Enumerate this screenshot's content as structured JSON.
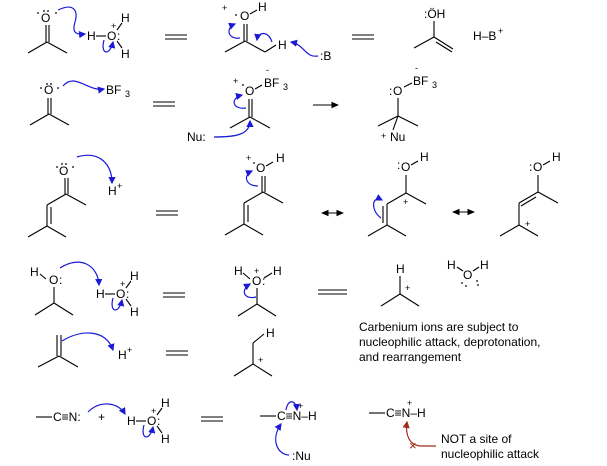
{
  "diagram": {
    "rows": [
      {
        "id": "row1",
        "description": "Acid-catalyzed enolization of acetone",
        "species": [
          "acetone",
          "H3O+",
          "protonated acetone",
          ":B",
          "enol (:OH)",
          "H-B+"
        ],
        "labels": {
          "h": "H",
          "o": "O",
          "b": ":B",
          "hb": "H–B",
          "hb_plus": "+",
          "oh": ":ÖH",
          "plus": "+"
        },
        "arrows": [
          "equilibrium",
          "equilibrium"
        ]
      },
      {
        "id": "row2",
        "description": "Lewis acid (BF3) activation and nucleophilic addition",
        "labels": {
          "bf3": "BF",
          "sub3": "3",
          "nu": "Nu:",
          "nu_plus": "Nu",
          "minus": "-",
          "plus": "+",
          "o": "O"
        },
        "arrows": [
          "equilibrium",
          "forward"
        ]
      },
      {
        "id": "row3",
        "description": "Protonation of enone and resonance structures",
        "labels": {
          "hplus": "H",
          "sup_plus": "+",
          "oh": "O",
          "h": "H",
          "plus": "+"
        },
        "arrows": [
          "equilibrium",
          "resonance",
          "resonance"
        ]
      },
      {
        "id": "row4",
        "description": "Protonation of alcohol and loss of water forming carbenium ion",
        "labels": {
          "h": "H",
          "o": "O",
          "plus": "+"
        },
        "arrows": [
          "equilibrium",
          "equilibrium"
        ]
      },
      {
        "id": "row5",
        "description": "Protonation of alkene forming carbenium ion",
        "labels": {
          "hplus": "H",
          "sup_plus": "+",
          "h": "H",
          "plus": "+"
        },
        "arrows": [
          "equilibrium"
        ]
      },
      {
        "id": "row6",
        "description": "Protonation of nitrile and nucleophilic attack at carbon",
        "labels": {
          "cn": "C≡N:",
          "plus": "+",
          "cnh": "C≡N–H",
          "nu": ":Nu",
          "h": "H",
          "o": "O"
        },
        "arrows": [
          "equilibrium"
        ]
      }
    ],
    "notes": {
      "carbenium": [
        "Carbenium ions are subject to",
        "nucleophilic attack, deprotonation,",
        "and rearrangement"
      ],
      "not_site": [
        "NOT a site of",
        "nucleophilic attack"
      ],
      "x_mark": "×"
    },
    "colors": {
      "arrow": "#1a1ad6",
      "red_arrow": "#a12a1a",
      "bond": "#000000",
      "background": "#ffffff"
    }
  }
}
